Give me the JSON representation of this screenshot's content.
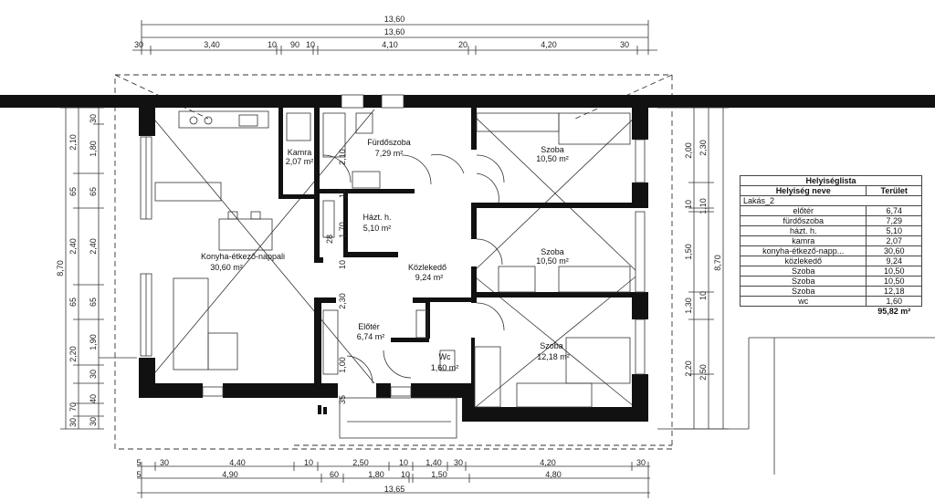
{
  "dimensions": {
    "top_total_1": "13,60",
    "top_total_2": "13,60",
    "top_segments": [
      "30",
      "3,40",
      "10",
      "90",
      "10",
      "4,10",
      "20",
      "4,20",
      "30"
    ],
    "bottom_row_1": [
      "5",
      "30",
      "4,40",
      "10",
      "2,50",
      "10",
      "1,40",
      "30",
      "4,20",
      "30"
    ],
    "bottom_row_2": [
      "5",
      "4,90",
      "60",
      "1,80",
      "10",
      "1,50",
      "4,80"
    ],
    "bottom_total": "13,65",
    "left_outer": "8,70",
    "left_inner": [
      "30",
      "1,80",
      "65",
      "2,40",
      "65",
      "1,90",
      "30",
      "40",
      "30"
    ],
    "left_mid": [
      "2,10",
      "65",
      "2,40",
      "65",
      "2,20",
      "70",
      "30"
    ],
    "right_outer": "8,70",
    "right_inner": [
      "2,00",
      "10",
      "1,50",
      "1,30",
      "2,20"
    ],
    "right_mid": [
      "2,30",
      "1,10",
      "10",
      "2,50"
    ],
    "interior": [
      "2,10",
      "1,70",
      "10",
      "10",
      "2,30",
      "1,00",
      "35",
      "28"
    ]
  },
  "rooms": [
    {
      "name": "Kamra",
      "area": "2,07 m²"
    },
    {
      "name": "Fürdőszoba",
      "area": "7,29 m²"
    },
    {
      "name": "Szoba",
      "area": "10,50 m²"
    },
    {
      "name": "Házt. h.",
      "area": "5,10 m²"
    },
    {
      "name": "Konyha-étkező-nappali",
      "area": "30,60 m²"
    },
    {
      "name": "Közlekedő",
      "area": "9,24 m²"
    },
    {
      "name": "Szoba",
      "area": "10,50 m²"
    },
    {
      "name": "Előtér",
      "area": "6,74 m²"
    },
    {
      "name": "Wc",
      "area": "1,60 m²"
    },
    {
      "name": "Szoba",
      "area": "12,18 m²"
    }
  ],
  "schedule": {
    "title": "Helyiséglista",
    "col_name": "Helyiség neve",
    "col_area": "Terület",
    "unit": "Lakás_2",
    "rows": [
      {
        "name": "előtér",
        "area": "6,74"
      },
      {
        "name": "fürdőszoba",
        "area": "7,29"
      },
      {
        "name": "házt. h.",
        "area": "5,10"
      },
      {
        "name": "kamra",
        "area": "2,07"
      },
      {
        "name": "konyha-étkező-napp...",
        "area": "30,60"
      },
      {
        "name": "közlekedő",
        "area": "9,24"
      },
      {
        "name": "Szoba",
        "area": "10,50"
      },
      {
        "name": "Szoba",
        "area": "10,50"
      },
      {
        "name": "Szoba",
        "area": "12,18"
      },
      {
        "name": "wc",
        "area": "1,60"
      }
    ],
    "total": "95,82 m²"
  }
}
